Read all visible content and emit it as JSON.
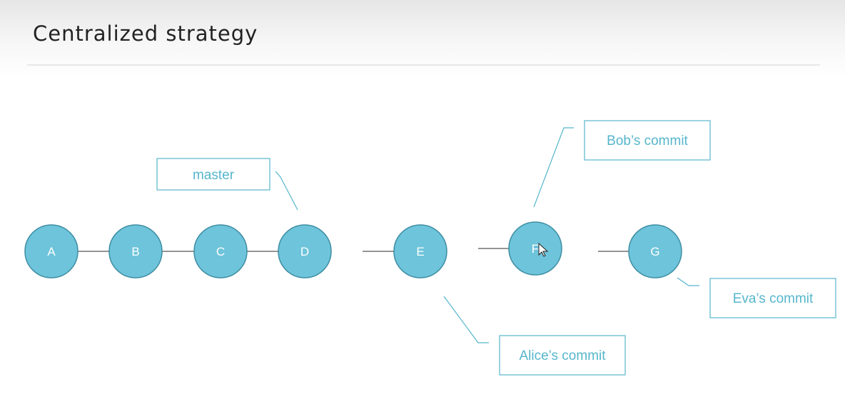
{
  "slide": {
    "title": "Centralized strategy"
  },
  "colors": {
    "node_fill": "#6ec4da",
    "node_stroke": "#3e8ea3",
    "callout": "#56b6cc",
    "edge": "#555555"
  },
  "diagram": {
    "nodes": [
      {
        "id": "A",
        "label": "A"
      },
      {
        "id": "B",
        "label": "B"
      },
      {
        "id": "C",
        "label": "C"
      },
      {
        "id": "D",
        "label": "D"
      },
      {
        "id": "E",
        "label": "E"
      },
      {
        "id": "F",
        "label": "F"
      },
      {
        "id": "G",
        "label": "G"
      }
    ],
    "callouts": {
      "master": "master",
      "bob": "Bob’s commit",
      "alice": "Alice’s commit",
      "eva": "Eva’s commit"
    }
  },
  "cursor": {
    "icon": "mouse-pointer-icon"
  }
}
